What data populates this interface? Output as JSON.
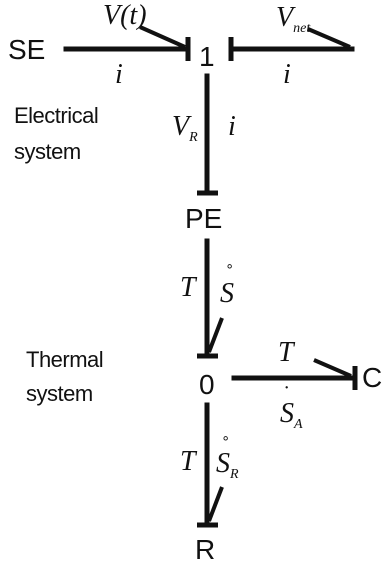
{
  "nodes": {
    "se": "SE",
    "one": "1",
    "pe": "PE",
    "zero": "0",
    "c": "C",
    "r": "R"
  },
  "labels": {
    "electrical_line1": "Electrical",
    "electrical_line2": "system",
    "thermal_line1": "Thermal",
    "thermal_line2": "system"
  },
  "vars": {
    "vt": "V(t)",
    "i": "i",
    "v": "V",
    "net": "net",
    "r_sub": "R",
    "t": "T",
    "s": "S",
    "a_sub": "A"
  }
}
